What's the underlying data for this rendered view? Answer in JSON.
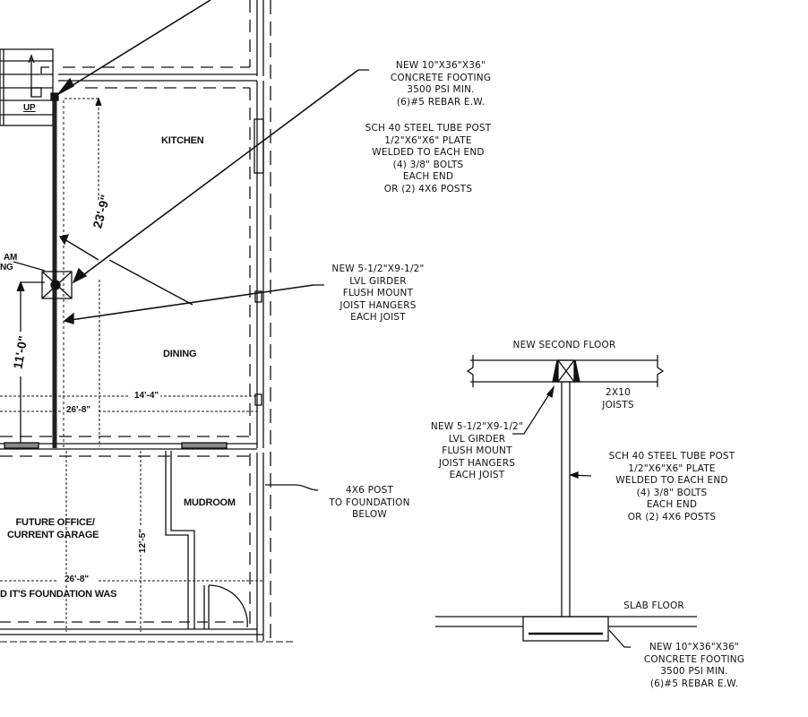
{
  "floor_plan": {
    "rooms": {
      "kitchen": "KITCHEN",
      "dining": "DINING",
      "mudroom": "MUDROOM",
      "future_office_line1": "FUTURE OFFICE/",
      "future_office_line2": "CURRENT GARAGE",
      "foundation_note": "D IT'S FOUNDATION WAS",
      "stair_label": "UP",
      "beam_partial_line1": "AM",
      "beam_partial_line2": "NG"
    },
    "dimensions": {
      "kitchen_depth": "23'-9\"",
      "dining_depth": "11'-0\"",
      "dining_width": "14'-4\"",
      "overall_width_upper": "26'-8\"",
      "overall_width_lower": "26'-8\"",
      "garage_depth": "12'-5\""
    }
  },
  "notes": {
    "footing_top": [
      "NEW 10\"X36\"X36\"",
      "CONCRETE FOOTING",
      "3500 PSI MIN.",
      "(6)#5 REBAR E.W."
    ],
    "post_top": [
      "SCH 40 STEEL TUBE POST",
      "1/2\"X6\"X6\" PLATE",
      "WELDED TO EACH END",
      "(4) 3/8\" BOLTS",
      "EACH END",
      "OR (2) 4X6 POSTS"
    ],
    "girder_plan": [
      "NEW 5-1/2\"X9-1/2\"",
      "LVL GIRDER",
      "FLUSH MOUNT",
      "JOIST HANGERS",
      "EACH JOIST"
    ],
    "post_foundation": [
      "4X6 POST",
      "TO FOUNDATION",
      "BELOW"
    ]
  },
  "section_detail": {
    "title": "NEW SECOND FLOOR",
    "joists": [
      "2X10",
      "JOISTS"
    ],
    "girder": [
      "NEW 5-1/2\"X9-1/2\"",
      "LVL GIRDER",
      "FLUSH MOUNT",
      "JOIST HANGERS",
      "EACH JOIST"
    ],
    "post": [
      "SCH 40 STEEL TUBE POST",
      "1/2\"X6\"X6\" PLATE",
      "WELDED TO EACH END",
      "(4) 3/8\" BOLTS",
      "EACH END",
      "OR (2) 4X6 POSTS"
    ],
    "slab": "SLAB FLOOR",
    "footing": [
      "NEW 10\"X36\"X36\"",
      "CONCRETE FOOTING",
      "3500 PSI MIN.",
      "(6)#5 REBAR E.W."
    ]
  },
  "colors": {
    "ink": "#111111",
    "paper": "#ffffff"
  }
}
